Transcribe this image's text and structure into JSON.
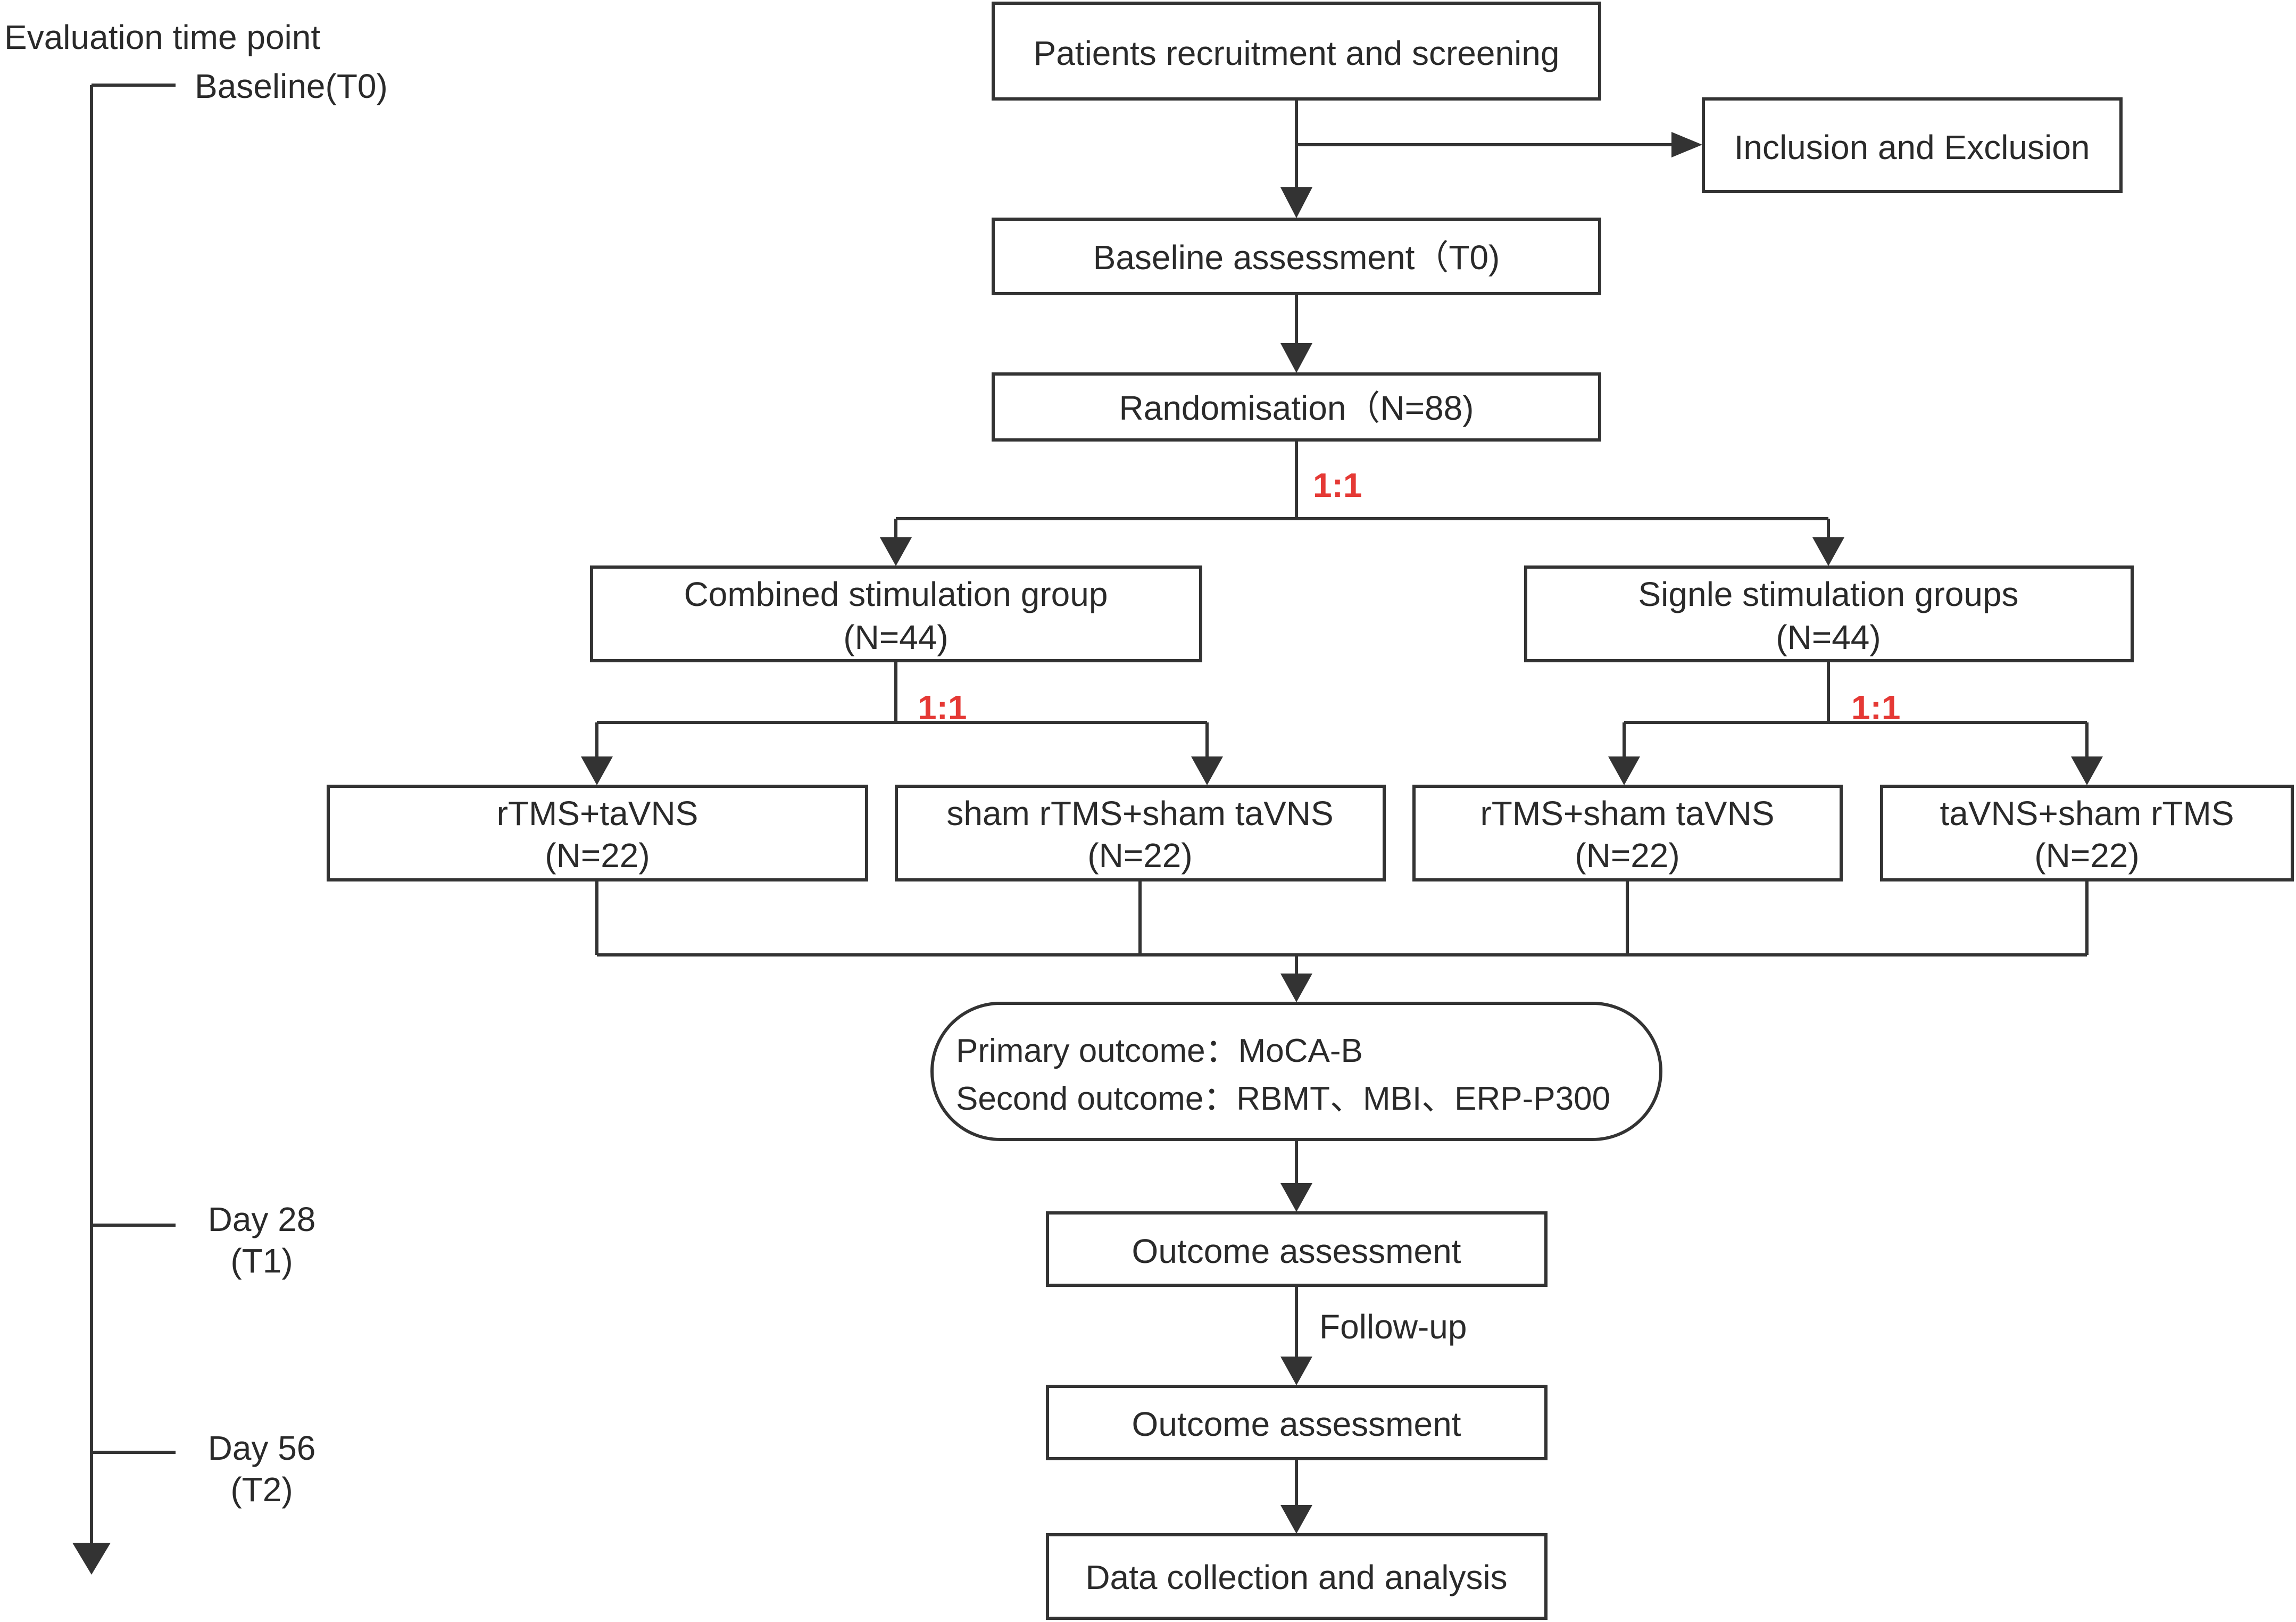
{
  "timeline": {
    "title": "Evaluation time point",
    "points": [
      {
        "line1": "Baseline(T0)",
        "line2": ""
      },
      {
        "line1": "Day 28",
        "line2": "(T1)"
      },
      {
        "line1": "Day 56",
        "line2": "(T2)"
      }
    ]
  },
  "nodes": {
    "recruit": "Patients recruitment and screening",
    "inclusion": "Inclusion and Exclusion",
    "baseline": "Baseline assessment（T0)",
    "randomisation": "Randomisation（N=88)",
    "combined": {
      "line1": "Combined stimulation group",
      "line2": "(N=44)"
    },
    "single": {
      "line1": "Signle stimulation groups",
      "line2": "(N=44)"
    },
    "arm1": {
      "line1": "rTMS+taVNS",
      "line2": "(N=22)"
    },
    "arm2": {
      "line1": "sham rTMS+sham taVNS",
      "line2": "(N=22)"
    },
    "arm3": {
      "line1": "rTMS+sham taVNS",
      "line2": "(N=22)"
    },
    "arm4": {
      "line1": "taVNS+sham rTMS",
      "line2": "(N=22)"
    },
    "outcomes": {
      "primary": "Primary outcome：MoCA-B",
      "second": "Second outcome：RBMT、MBI、ERP-P300"
    },
    "assess1": "Outcome assessment",
    "followup": "Follow-up",
    "assess2": "Outcome assessment",
    "data": "Data collection and  analysis"
  },
  "ratios": {
    "main": "1:1",
    "combined": "1:1",
    "single": "1:1"
  },
  "colors": {
    "line": "#333333",
    "ratio": "#e53935",
    "text": "#2a2a2a"
  }
}
